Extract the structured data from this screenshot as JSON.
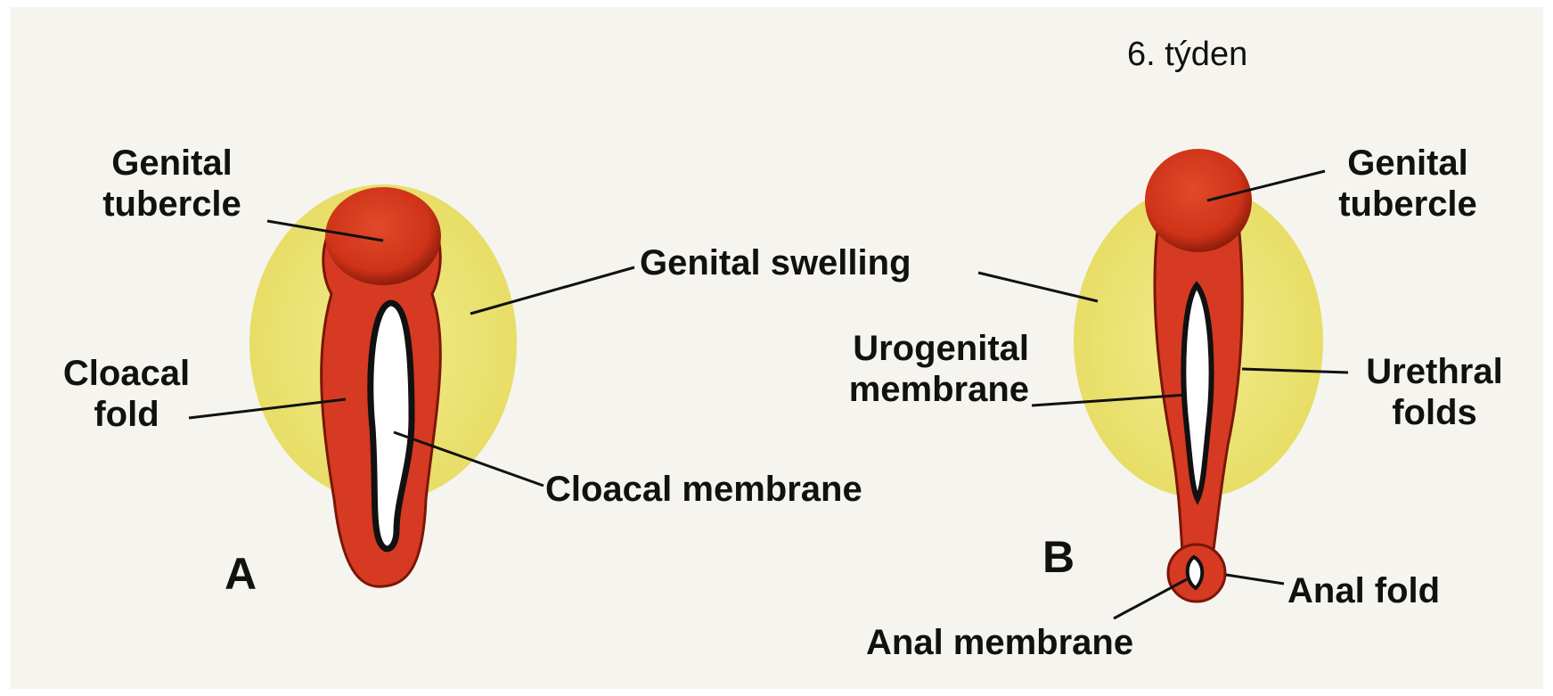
{
  "heading": {
    "week": "6. týden"
  },
  "figure_a": {
    "letter": "A",
    "genital_tubercle": "Genital\ntubercle",
    "genital_swelling": "Genital swelling",
    "cloacal_fold": "Cloacal\nfold",
    "cloacal_membrane": "Cloacal membrane"
  },
  "figure_b": {
    "letter": "B",
    "genital_tubercle": "Genital\ntubercle",
    "urogenital_membrane": "Urogenital\nmembrane",
    "urethral_folds": "Urethral\nfolds",
    "anal_fold": "Anal fold",
    "anal_membrane": "Anal membrane"
  },
  "colors": {
    "swelling": "#ece57a",
    "tissue": "#d63a22",
    "tissue_dark": "#8a1a0c",
    "membrane": "#ffffff",
    "edge": "#111111"
  }
}
